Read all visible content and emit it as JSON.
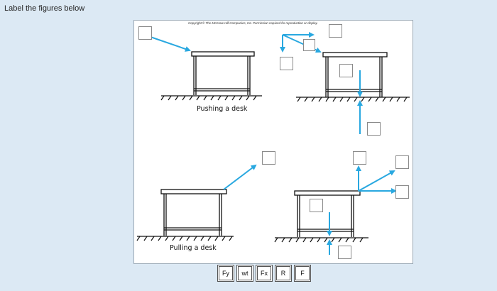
{
  "instruction": "Label the figures below",
  "figure": {
    "copyright": "Copyright © The McGraw-Hill Companies, Inc. Permission required for reproduction or display.",
    "caption_push": "Pushing a desk",
    "caption_pull": "Pulling a desk",
    "arrow_color": "#29a8e0"
  },
  "labels": [
    "Fy",
    "wt",
    "Fx",
    "R",
    "F"
  ]
}
